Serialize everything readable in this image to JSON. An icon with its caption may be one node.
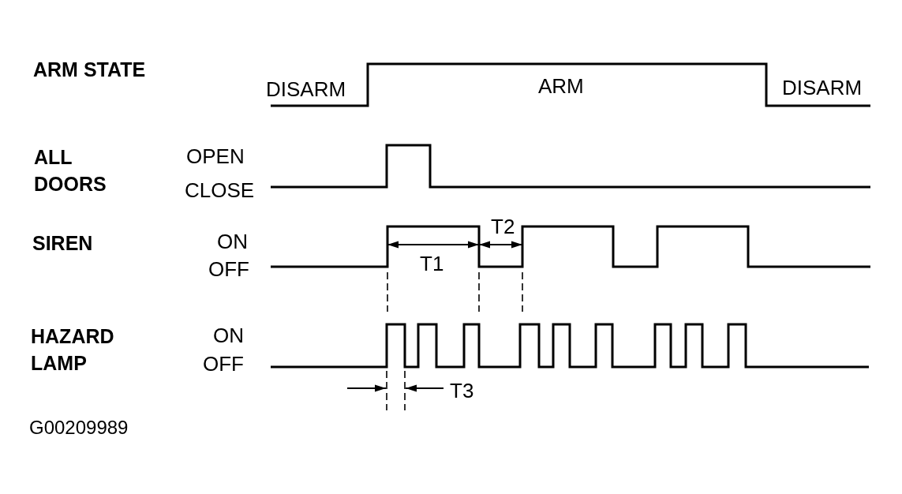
{
  "diagram": {
    "labels": [
      "ARM STATE",
      "DISARM",
      "ARM",
      "DISARM",
      "ALL DOORS",
      "OPEN",
      "CLOSE",
      "SIREN",
      "ON",
      "OFF",
      "T1",
      "T2",
      "HAZARD LAMP",
      "ON",
      "OFF",
      "T3",
      "G00209989"
    ]
  }
}
